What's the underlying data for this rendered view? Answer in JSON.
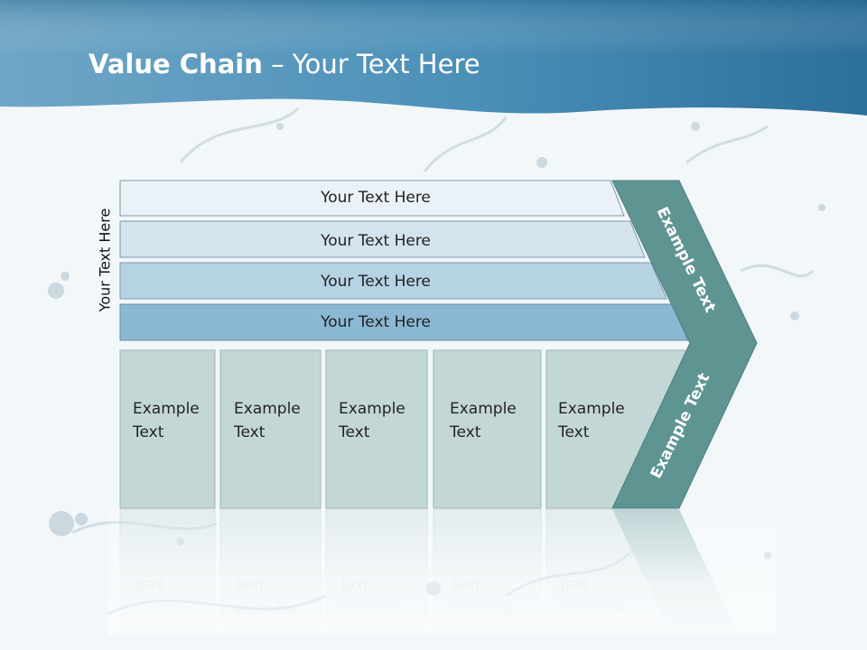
{
  "slide": {
    "title_bold": "Value Chain",
    "title_rest": " – Your Text Here",
    "side_label": "Your Text Here"
  },
  "support_rows": [
    {
      "label": "Your Text Here",
      "fill": "#eaf2f7"
    },
    {
      "label": "Your Text Here",
      "fill": "#d3e4ee"
    },
    {
      "label": "Your Text Here",
      "fill": "#b6d3e4"
    },
    {
      "label": "Your Text Here",
      "fill": "#8bb8d3"
    }
  ],
  "primary_activities": [
    {
      "line1": "Example",
      "line2": "Text"
    },
    {
      "line1": "Example",
      "line2": "Text"
    },
    {
      "line1": "Example",
      "line2": "Text"
    },
    {
      "line1": "Example",
      "line2": "Text"
    },
    {
      "line1": "Example",
      "line2": "Text"
    }
  ],
  "chevron": {
    "upper_label": "Example Text",
    "lower_label": "Example Text"
  },
  "colors": {
    "header": "#4a8db3",
    "activity_fill": "#c3d8d6",
    "chevron_fill": "#5e9593"
  }
}
